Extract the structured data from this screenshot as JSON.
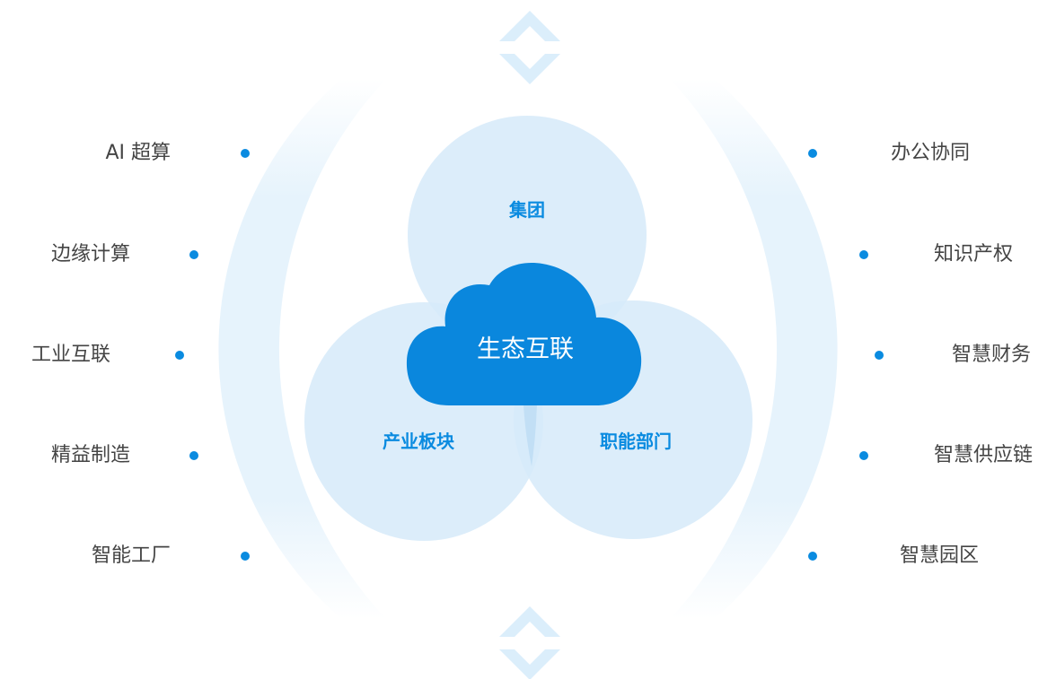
{
  "center": {
    "label": "生态互联"
  },
  "circles": [
    {
      "id": "top",
      "label": "集团"
    },
    {
      "id": "left",
      "label": "产业板块"
    },
    {
      "id": "right",
      "label": "职能部门"
    }
  ],
  "left_items": [
    "AI 超算",
    "边缘计算",
    "工业互联",
    "精益制造",
    "智能工厂"
  ],
  "right_items": [
    "办公协同",
    "知识产权",
    "智慧财务",
    "智慧供应链",
    "智慧园区"
  ],
  "colors": {
    "accent": "#0a8be0",
    "circle_fill": "#d9ecfa",
    "arc_fill": "#e6f3fc",
    "text": "#444444"
  },
  "icons": {
    "top": "chevron-up-down-icon",
    "bottom": "chevron-up-down-icon"
  }
}
